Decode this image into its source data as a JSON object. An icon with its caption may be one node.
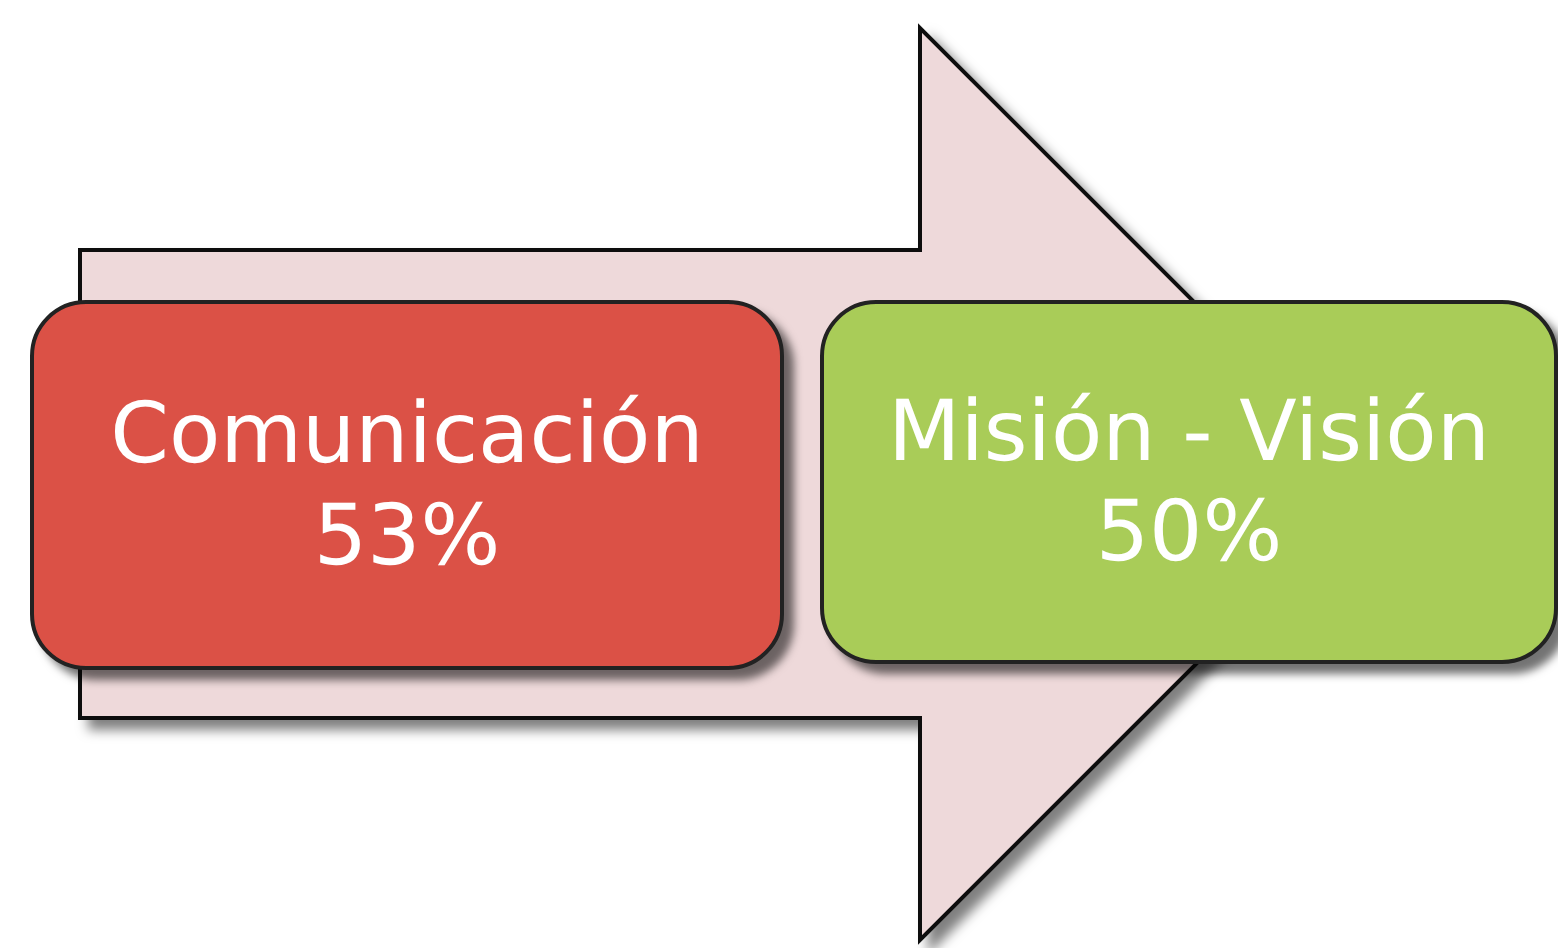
{
  "diagram": {
    "nodes": [
      {
        "text": [
          "Comunicación 53%"
        ]
      },
      {
        "text": [
          "Misión - Visión 50%"
        ]
      }
    ],
    "edges": [
      {
        "from": 0,
        "to": 1,
        "arrow": "to"
      }
    ]
  }
}
